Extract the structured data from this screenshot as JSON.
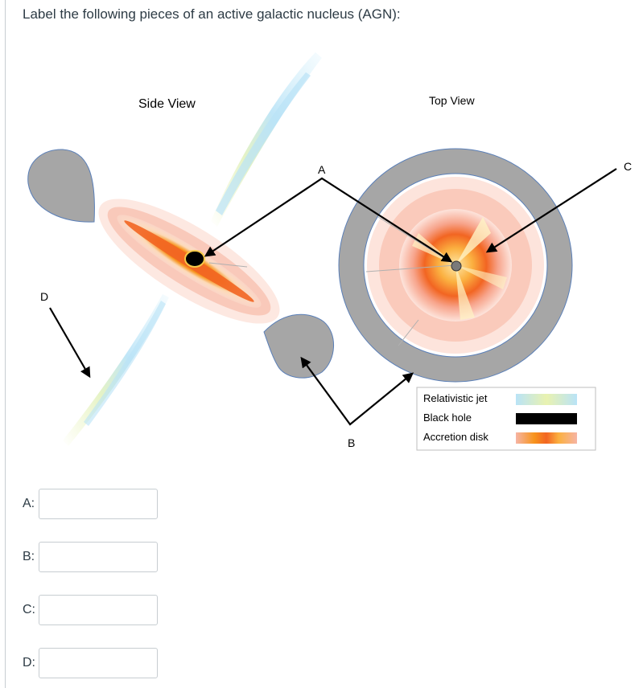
{
  "question": {
    "prompt": "Label the following pieces of an active galactic nucleus (AGN):"
  },
  "diagram": {
    "side_view_title": "Side View",
    "top_view_title": "Top View",
    "callouts": {
      "a": "A",
      "b": "B",
      "c": "C",
      "d": "D"
    },
    "legend": [
      {
        "label": "Relativistic jet",
        "swatch": "jet"
      },
      {
        "label": "Black hole",
        "swatch": "blackhole"
      },
      {
        "label": "Accretion disk",
        "swatch": "disk"
      }
    ],
    "colors": {
      "torus": "#a6a6a6",
      "torus_outline": "#5a7fb8",
      "jet_blue": "#b9e3f7",
      "jet_yellow": "#e9f2b0",
      "disk_orange": "#f37021",
      "disk_pink": "#f6b4a4",
      "black_hole": "#000000"
    }
  },
  "answers": [
    {
      "label": "A:",
      "value": ""
    },
    {
      "label": "B:",
      "value": ""
    },
    {
      "label": "C:",
      "value": ""
    },
    {
      "label": "D:",
      "value": ""
    }
  ]
}
